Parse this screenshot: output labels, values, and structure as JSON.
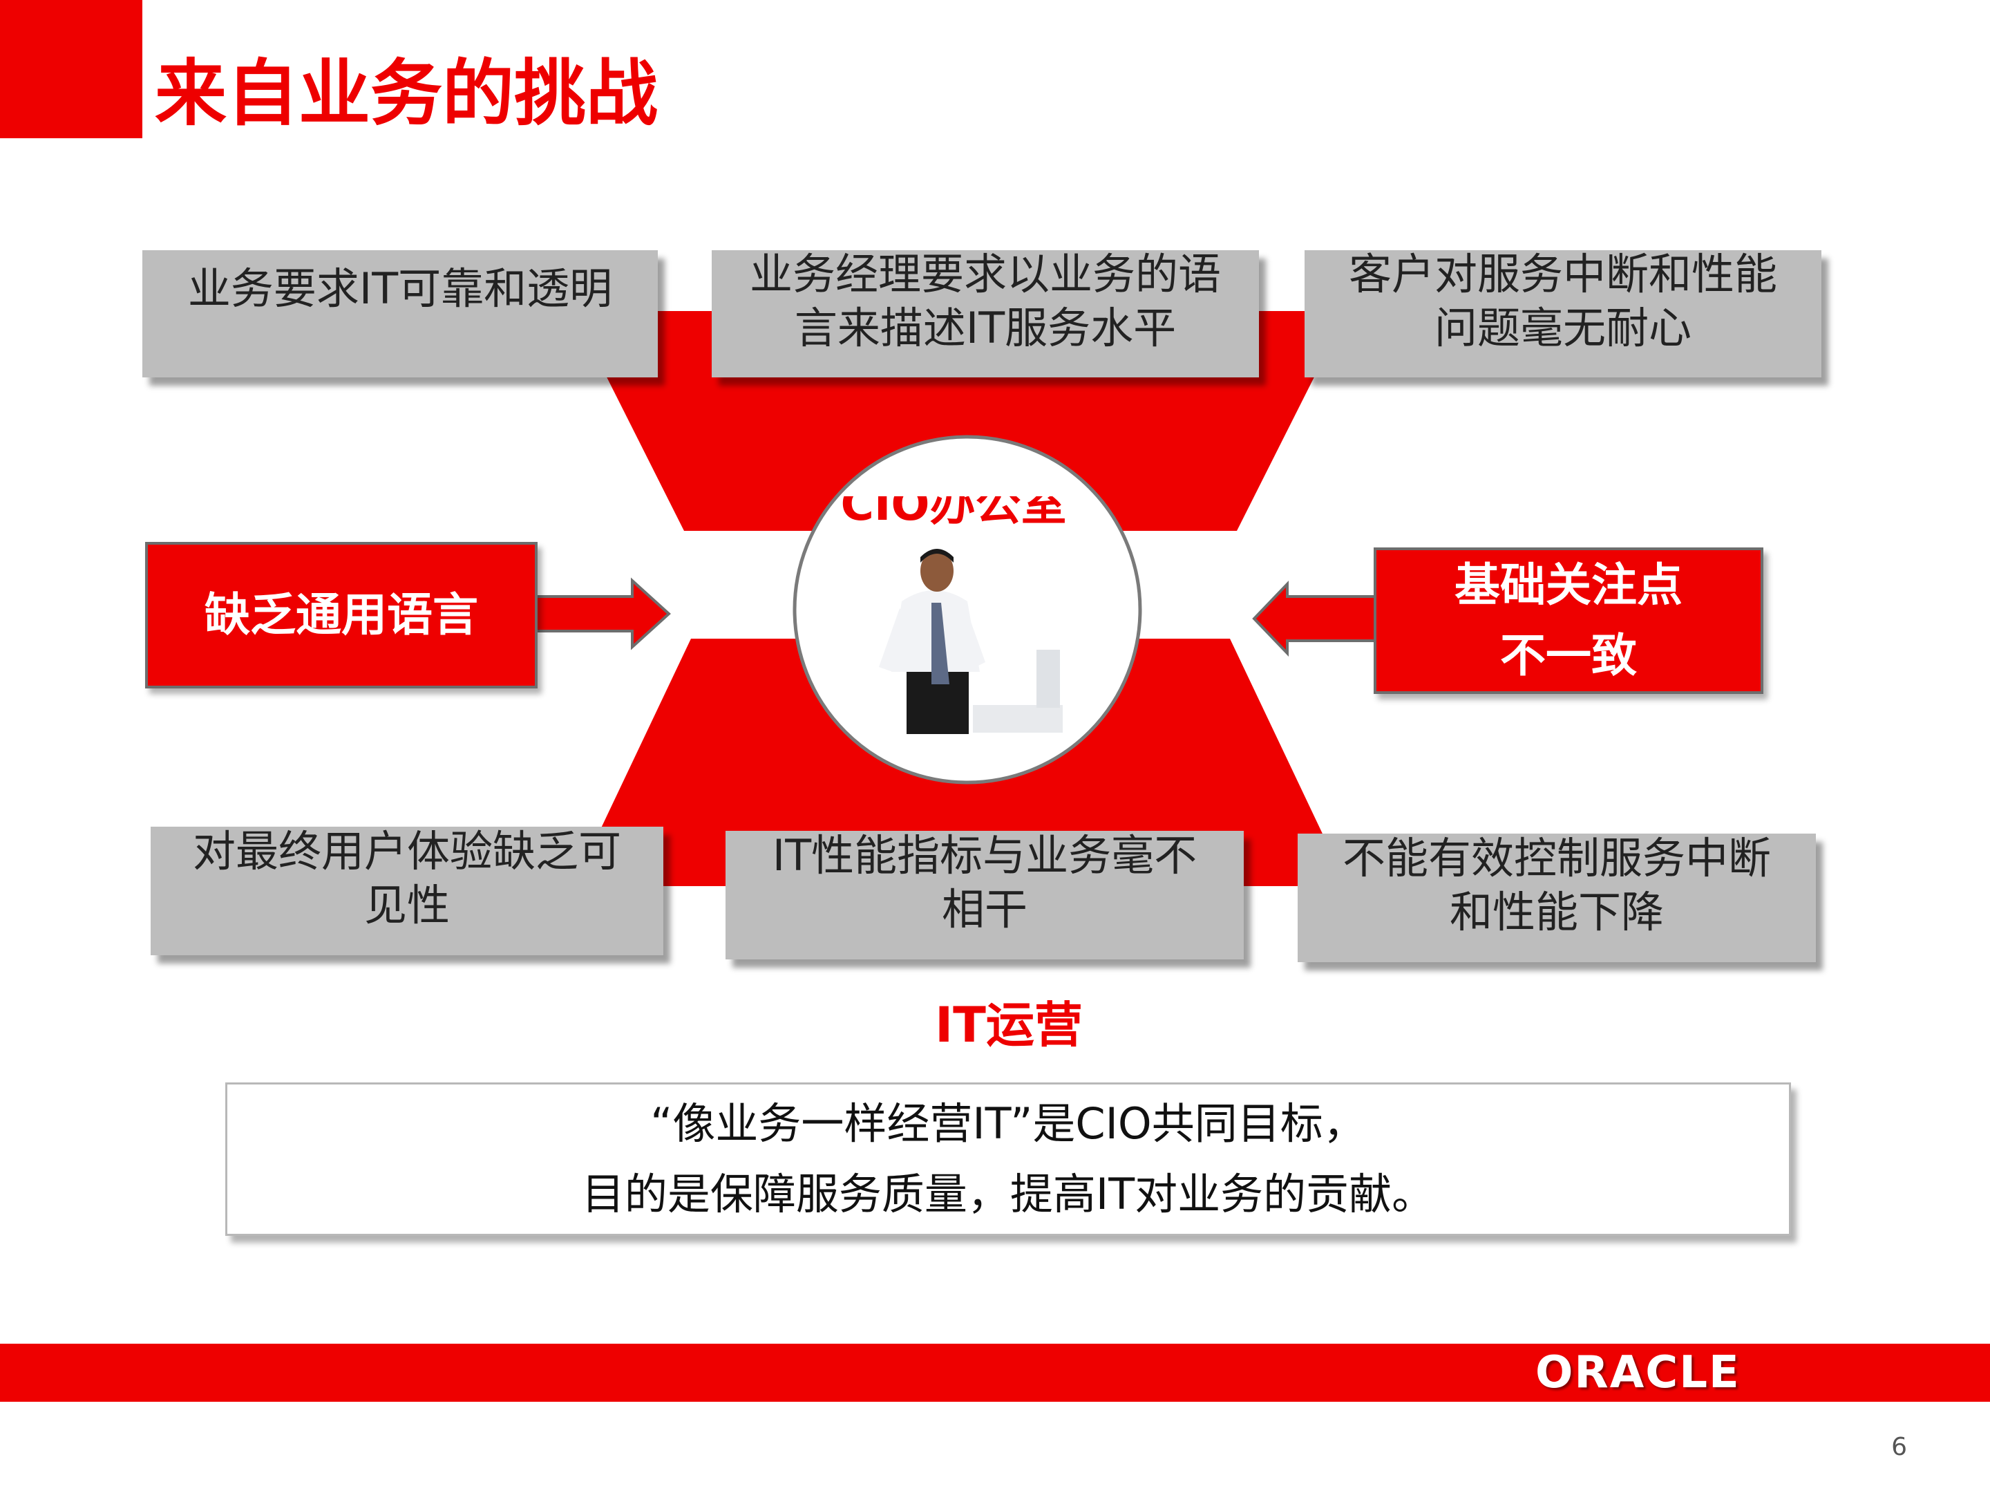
{
  "header": {
    "title": "来自业务的挑战"
  },
  "top_boxes": [
    {
      "text": "业务要求IT可靠和透明"
    },
    {
      "line1": "业务经理要求以业务的语",
      "line2": "言来描述IT服务水平"
    },
    {
      "line1": "客户对服务中断和性能",
      "line2": "问题毫无耐心"
    }
  ],
  "side_boxes": {
    "left": {
      "text": "缺乏通用语言"
    },
    "right": {
      "line1": "基础关注点",
      "line2": "不一致"
    }
  },
  "center": {
    "label": "CIO办公室"
  },
  "bottom_boxes": [
    {
      "line1": "对最终用户体验缺乏可",
      "line2": "见性"
    },
    {
      "line1": "IT性能指标与业务毫不",
      "line2": "相干"
    },
    {
      "line1": "不能有效控制服务中断",
      "line2": "和性能下降"
    }
  ],
  "it_ops_label": "IT运营",
  "quote": {
    "line1": "“像业务一样经营IT”是CIO共同目标，",
    "line2": "目的是保障服务质量，提高IT对业务的贡献。"
  },
  "footer": {
    "logo": "ORACLE",
    "page_number": "6"
  },
  "colors": {
    "brand_red": "#ee0000",
    "box_gray": "#bdbdbd"
  }
}
